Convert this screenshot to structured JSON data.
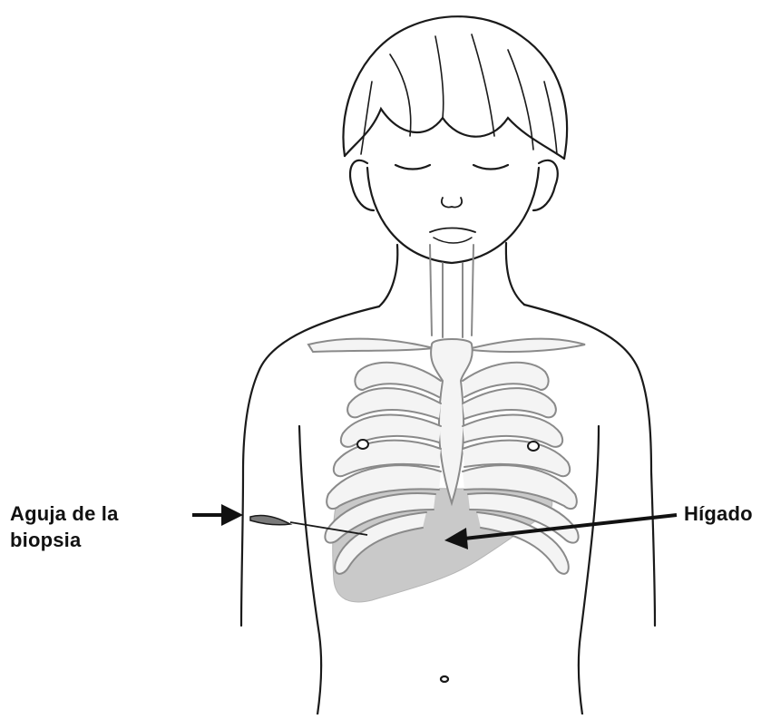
{
  "diagram": {
    "labels": {
      "needle": {
        "lines": [
          "Aguja de la",
          "biopsia"
        ]
      },
      "liver": {
        "text": "Hígado"
      }
    },
    "colors": {
      "outline": "#1a1a1a",
      "skeleton": "#8a8a8a",
      "skeleton_fill": "#f4f4f4",
      "liver": "#c9c9c9",
      "needle": "#7a7a7a"
    }
  }
}
